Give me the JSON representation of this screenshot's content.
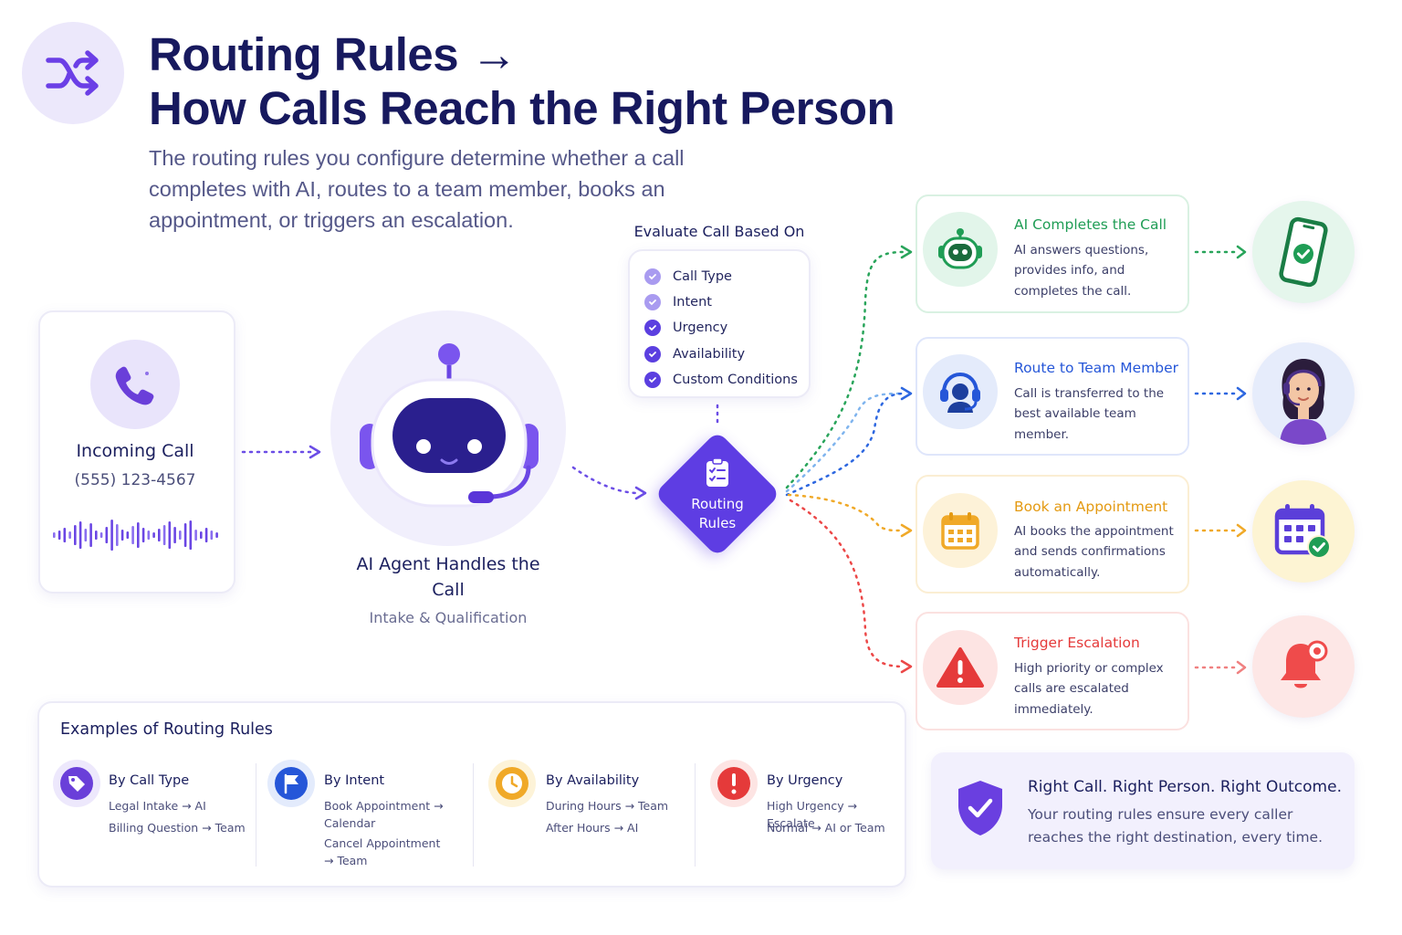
{
  "header": {
    "title_line1": "Routing Rules →",
    "title_line2": "How Calls Reach the Right Person",
    "subtitle": "The routing rules you configure determine whether a call completes with AI, routes to a team member, books an appointment, or triggers an escalation."
  },
  "incoming": {
    "title": "Incoming Call",
    "number": "(555) 123-4567"
  },
  "agent": {
    "title": "AI Agent Handles the Call",
    "subtitle": "Intake & Qualification"
  },
  "evaluate": {
    "title": "Evaluate Call Based On",
    "criteria": [
      "Call Type",
      "Intent",
      "Urgency",
      "Availability",
      "Custom Conditions"
    ]
  },
  "routing_node": {
    "label": "Routing Rules"
  },
  "outcomes": [
    {
      "title": "AI Completes the Call",
      "desc": "AI answers questions, provides info, and completes the call.",
      "color": "#1f9d55"
    },
    {
      "title": "Route to Team Member",
      "desc": "Call is transferred to the best available team member.",
      "color": "#2556d8"
    },
    {
      "title": "Book an Appointment",
      "desc": "AI books the appointment and sends confirmations automatically.",
      "color": "#e49a12"
    },
    {
      "title": "Trigger Escalation",
      "desc": "High priority or complex calls are escalated immediately.",
      "color": "#e53a3a"
    }
  ],
  "examples": {
    "title": "Examples of Routing Rules",
    "columns": [
      {
        "heading": "By Call Type",
        "items": [
          "Legal Intake → AI",
          "Billing Question → Team"
        ]
      },
      {
        "heading": "By Intent",
        "items": [
          "Book Appointment → Calendar",
          "Cancel Appointment → Team"
        ]
      },
      {
        "heading": "By Availability",
        "items": [
          "During Hours → Team",
          "After Hours → AI"
        ]
      },
      {
        "heading": "By Urgency",
        "items": [
          "High Urgency → Escalate",
          "Normal → AI or Team"
        ]
      }
    ]
  },
  "footer": {
    "title": "Right Call. Right Person. Right Outcome.",
    "desc": "Your routing rules ensure every caller reaches the right destination, every time."
  },
  "icons": [
    "shuffle-icon",
    "phone-icon",
    "robot-icon",
    "clipboard-icon",
    "bot-icon",
    "headset-icon",
    "calendar-icon",
    "warning-icon",
    "phone-check-icon",
    "agent-avatar-icon",
    "calendar-check-icon",
    "bell-icon",
    "tag-icon",
    "flag-icon",
    "clock-icon",
    "alert-icon",
    "shield-check-icon"
  ],
  "colors": {
    "accent": "#5e3de3",
    "navy": "#17195e",
    "green": "#1f9d55",
    "blue": "#2556d8",
    "yellow": "#e49a12",
    "red": "#e53a3a"
  }
}
